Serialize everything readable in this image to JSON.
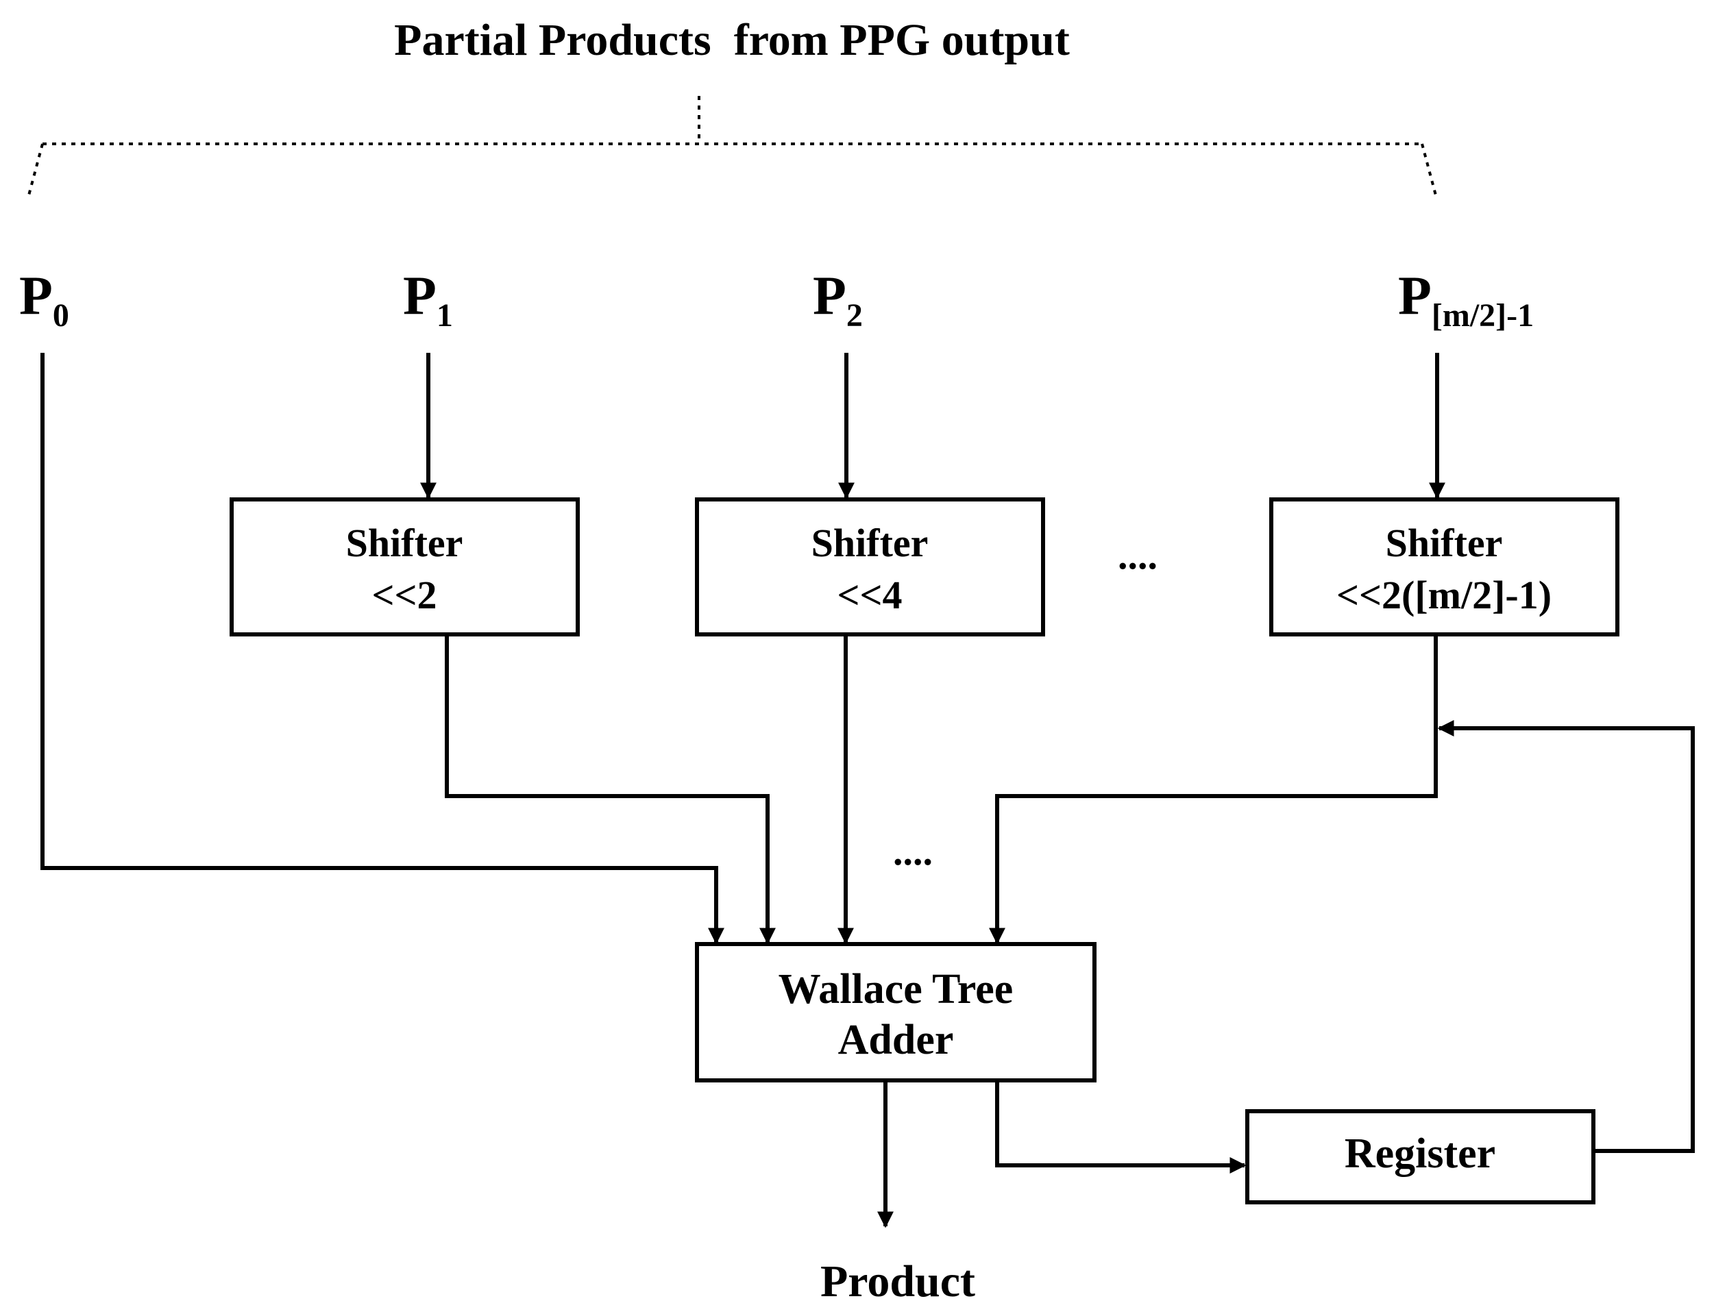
{
  "title": "Partial Products  from PPG output",
  "inputs": [
    {
      "base": "P",
      "sub": "0"
    },
    {
      "base": "P",
      "sub": "1"
    },
    {
      "base": "P",
      "sub": "2"
    },
    {
      "base": "P",
      "sub": "[m/2]-1"
    }
  ],
  "shifters": [
    {
      "line1": "Shifter",
      "line2": "<<2"
    },
    {
      "line1": "Shifter",
      "line2": "<<4"
    },
    {
      "line1": "Shifter",
      "line2": "<<2([m/2]-1)"
    }
  ],
  "ellipsis_shifters": "....",
  "ellipsis_wires": "....",
  "adder": {
    "line1": "Wallace Tree",
    "line2": "Adder"
  },
  "register": "Register",
  "output": "Product"
}
